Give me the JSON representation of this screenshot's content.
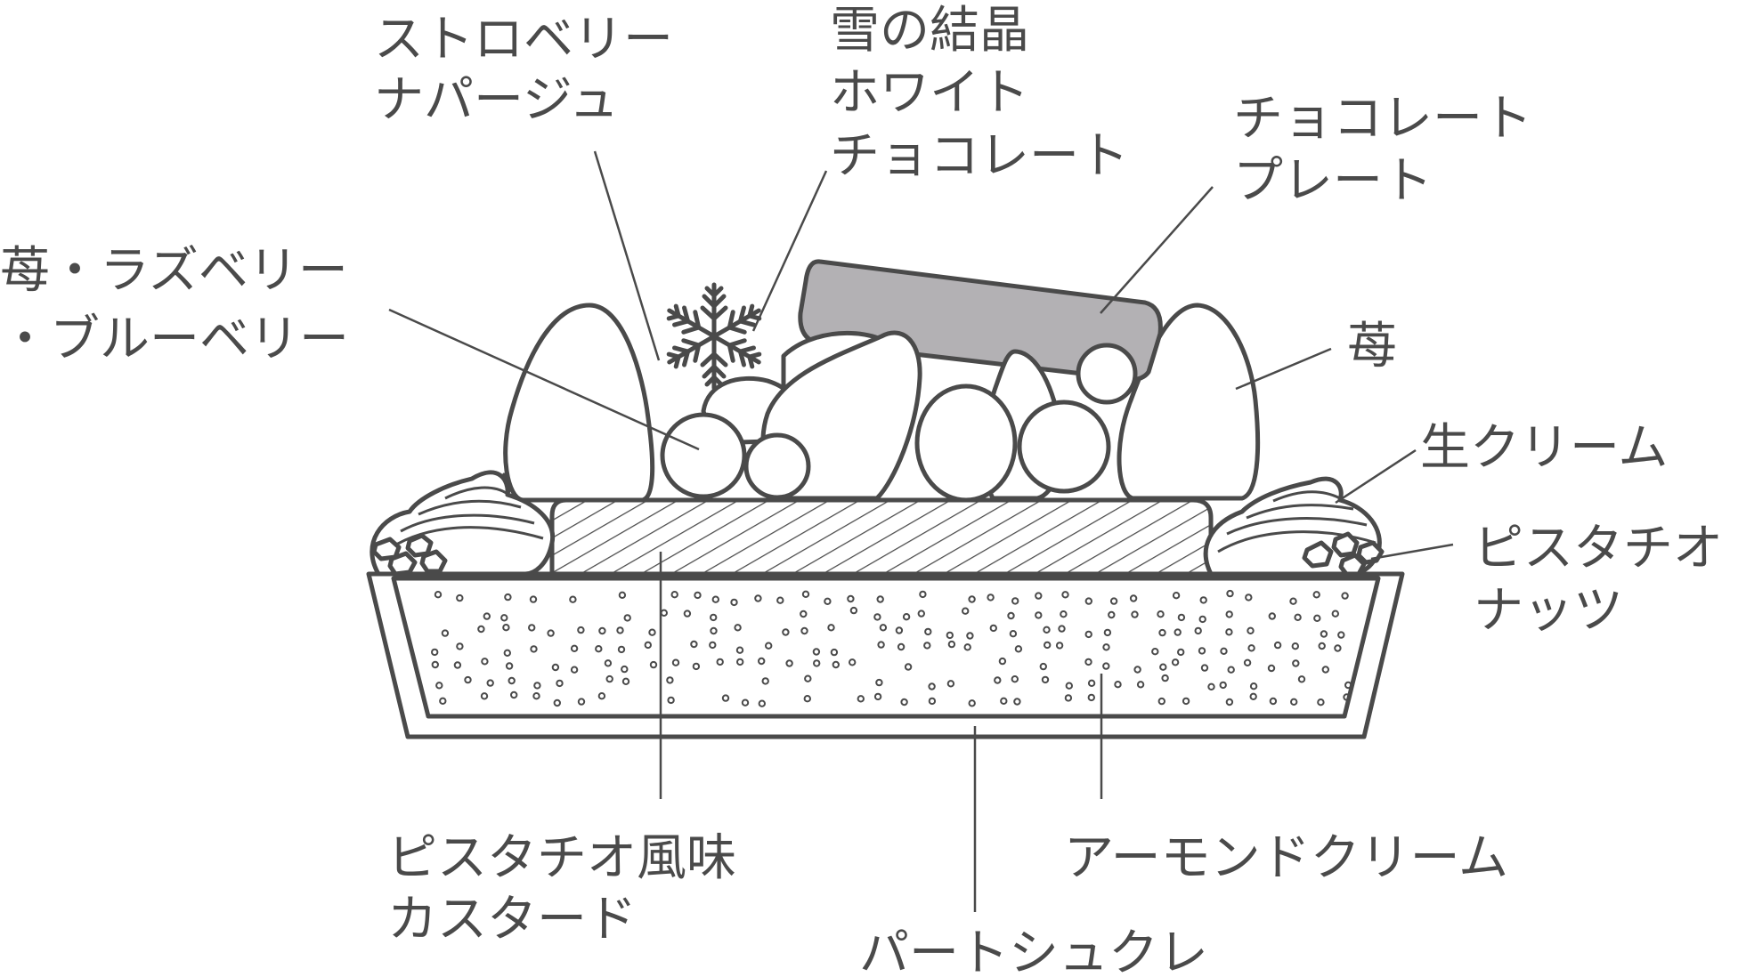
{
  "labels": {
    "strawberry_nappage": [
      "ストロベリー",
      "ナパージュ"
    ],
    "snow_crystal": [
      "雪の結晶",
      "ホワイト",
      "チョコレート"
    ],
    "chocolate_plate": [
      "チョコレート",
      "プレート"
    ],
    "berries": [
      "苺・ラズベリー",
      "・ブルーベリー"
    ],
    "strawberry": [
      "苺"
    ],
    "fresh_cream": [
      "生クリーム"
    ],
    "pistachio_nuts": [
      "ピスタチオ",
      "ナッツ"
    ],
    "pistachio_custard": [
      "ピスタチオ風味",
      "カスタード"
    ],
    "almond_cream": [
      "アーモンドクリーム"
    ],
    "pate_sucree": [
      "パートシュクレ"
    ]
  },
  "colors": {
    "outline": "#4a4a4a",
    "fill": "#ffffff",
    "chocolate_plate": "#b3b1b4"
  }
}
